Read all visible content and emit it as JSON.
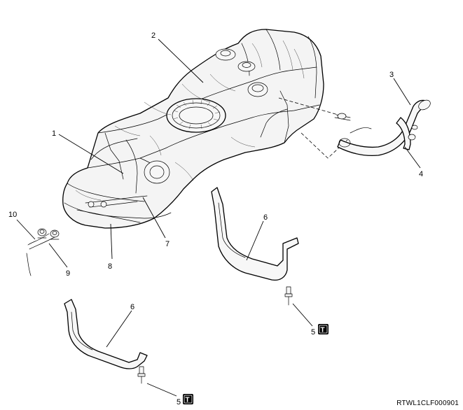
{
  "callouts": {
    "c1": "1",
    "c2": "2",
    "c3": "3",
    "c4": "4",
    "c5a": "5",
    "c5b": "5",
    "c6a": "6",
    "c6b": "6",
    "c7": "7",
    "c8": "8",
    "c9": "9",
    "c10": "10"
  },
  "torque_symbol": "T",
  "reference_code": "RTWL1CLF000901"
}
